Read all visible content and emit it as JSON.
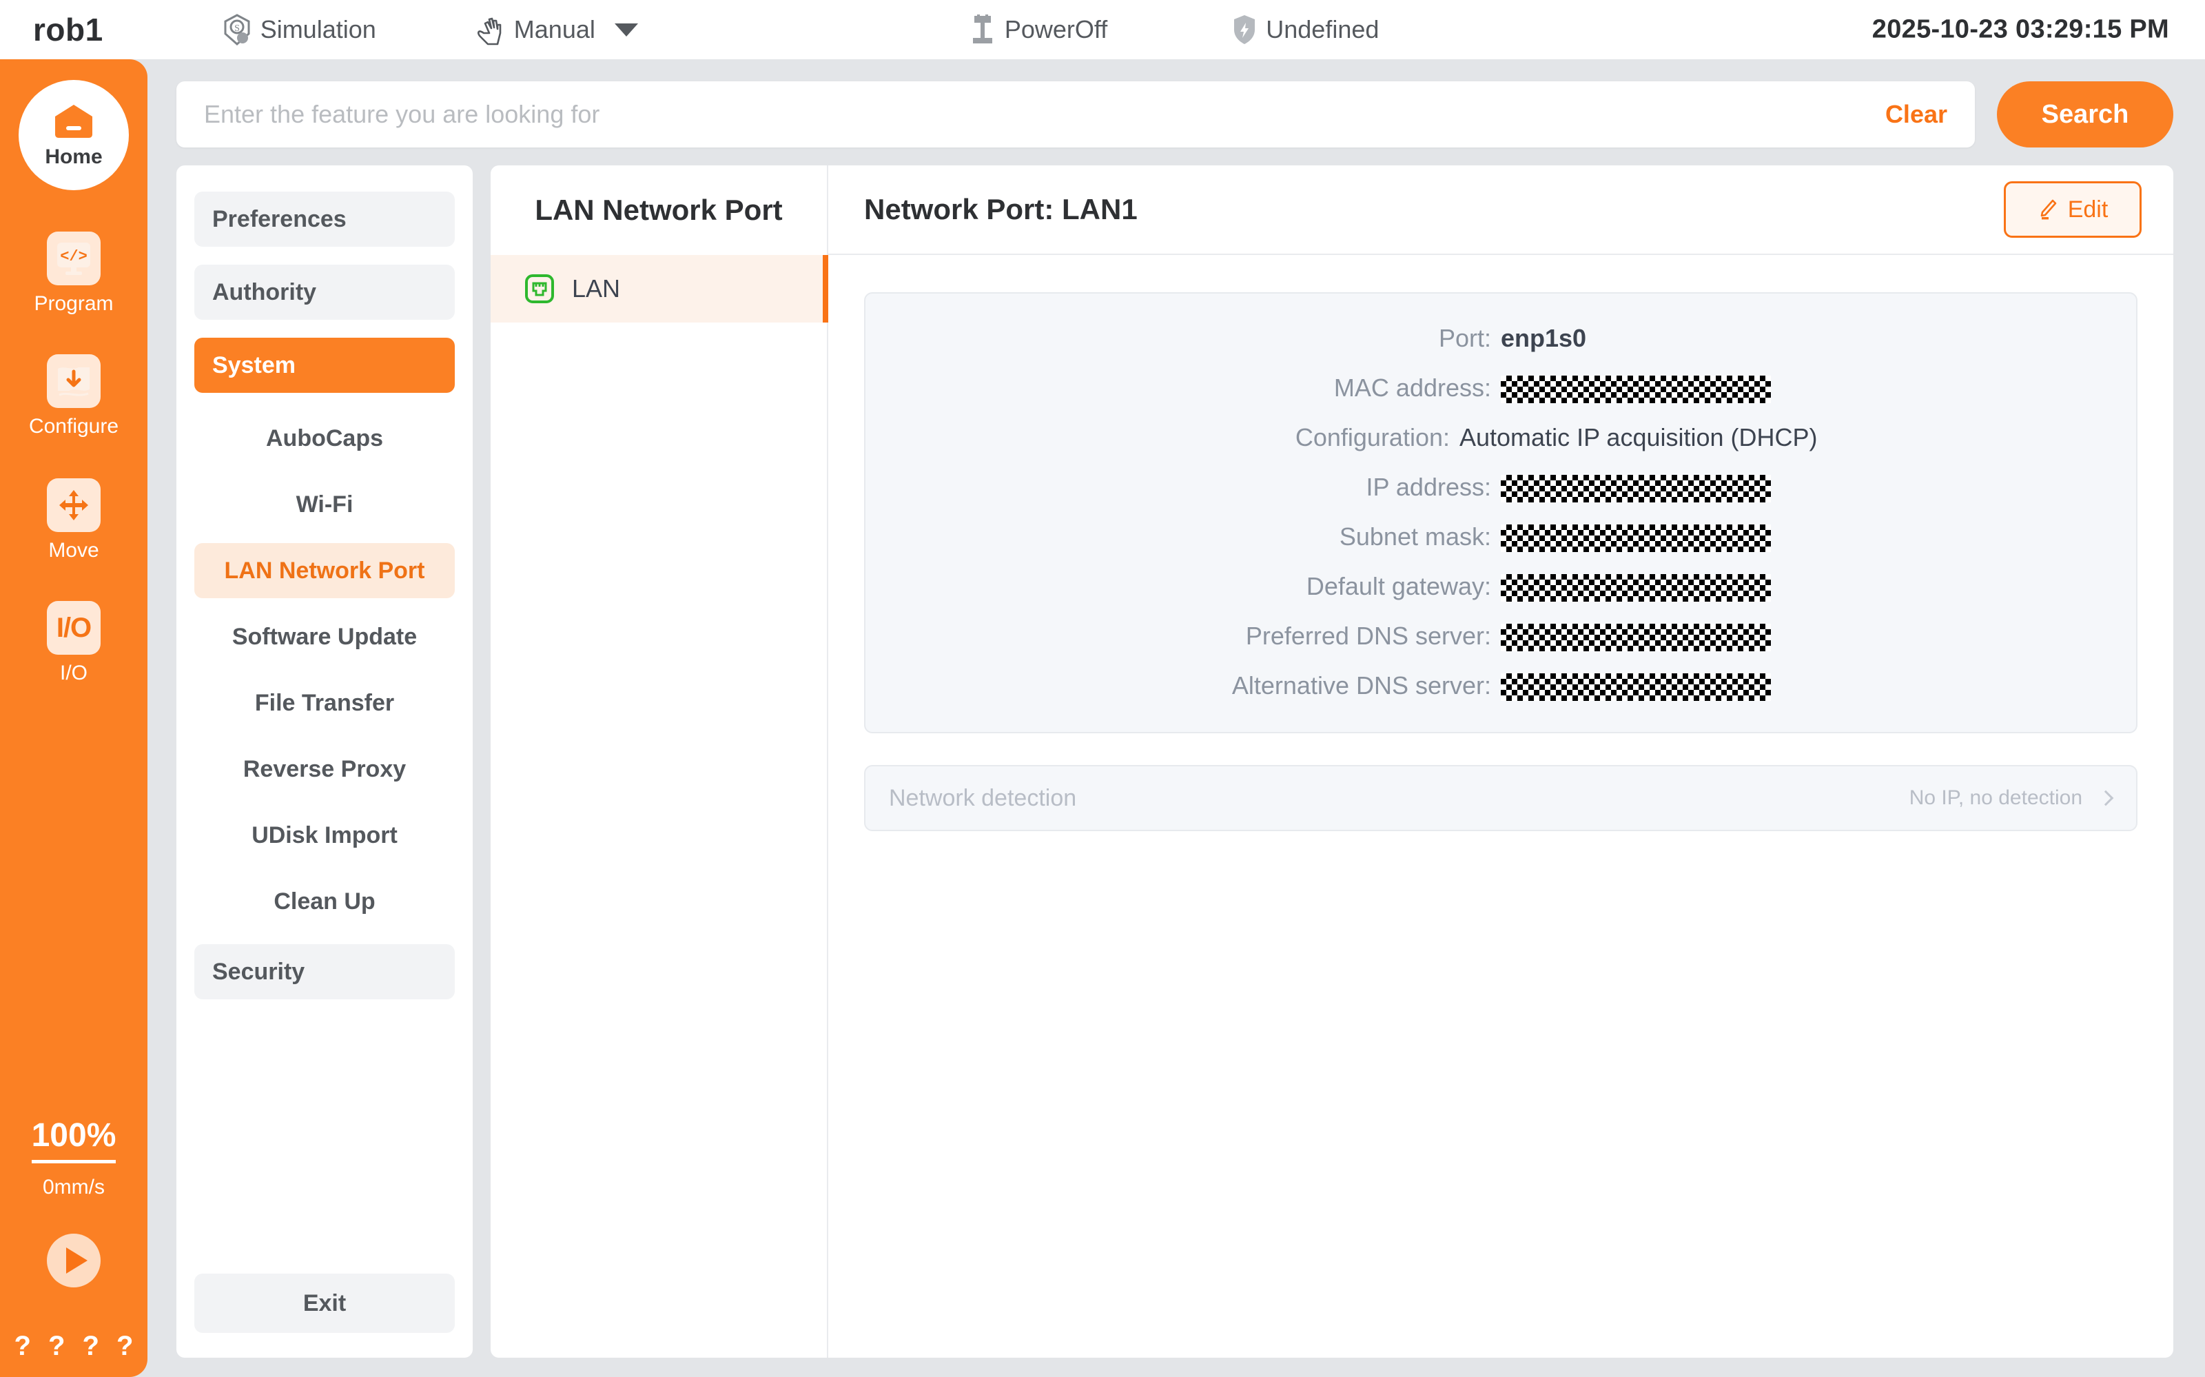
{
  "topbar": {
    "robot_name": "rob1",
    "simulation_label": "Simulation",
    "mode_label": "Manual",
    "power_label": "PowerOff",
    "undefined_label": "Undefined",
    "datetime": "2025-10-23 03:29:15 PM"
  },
  "rail": {
    "items": [
      {
        "label": "Home",
        "icon": "home-icon"
      },
      {
        "label": "Program",
        "icon": "code-monitor-icon"
      },
      {
        "label": "Configure",
        "icon": "download-page-icon"
      },
      {
        "label": "Move",
        "icon": "move-arrows-icon"
      },
      {
        "label": "I/O",
        "icon": "io-icon"
      }
    ],
    "io_tile_text": "I/O",
    "speed_percent": "100%",
    "speed_value": "0mm/s",
    "help_marks": [
      "?",
      "?",
      "?",
      "?"
    ]
  },
  "search": {
    "placeholder": "Enter the feature you are looking for",
    "value": "",
    "clear_label": "Clear",
    "search_label": "Search"
  },
  "nav": {
    "groups": [
      {
        "label": "Preferences",
        "type": "top",
        "active": false
      },
      {
        "label": "Authority",
        "type": "top",
        "active": false
      },
      {
        "label": "System",
        "type": "top",
        "active": true
      }
    ],
    "sub_items": [
      {
        "label": "AuboCaps",
        "active": false
      },
      {
        "label": "Wi-Fi",
        "active": false
      },
      {
        "label": "LAN Network Port",
        "active": true
      },
      {
        "label": "Software Update",
        "active": false
      },
      {
        "label": "File Transfer",
        "active": false
      },
      {
        "label": "Reverse Proxy",
        "active": false
      },
      {
        "label": "UDisk Import",
        "active": false
      },
      {
        "label": "Clean Up",
        "active": false
      }
    ],
    "security_label": "Security",
    "exit_label": "Exit"
  },
  "list": {
    "title": "LAN Network Port",
    "items": [
      {
        "label": "LAN",
        "icon": "ethernet-port-icon",
        "active": true
      }
    ]
  },
  "detail": {
    "title": "Network Port: LAN1",
    "edit_label": "Edit",
    "fields": [
      {
        "label": "Port:",
        "value": "enp1s0",
        "redacted": false
      },
      {
        "label": "MAC address:",
        "value": "",
        "redacted": true
      },
      {
        "label": "Configuration:",
        "value": "Automatic IP acquisition (DHCP)",
        "redacted": false
      },
      {
        "label": "IP address:",
        "value": "",
        "redacted": true
      },
      {
        "label": "Subnet mask:",
        "value": "",
        "redacted": true
      },
      {
        "label": "Default gateway:",
        "value": "",
        "redacted": true
      },
      {
        "label": "Preferred DNS server:",
        "value": "",
        "redacted": true
      },
      {
        "label": "Alternative DNS server:",
        "value": "",
        "redacted": true
      }
    ],
    "detection": {
      "label": "Network detection",
      "value": "No IP, no detection"
    }
  },
  "colors": {
    "accent": "#fb8024",
    "accent_text": "#f97316",
    "accent_soft": "#fdeadb",
    "panel": "#ffffff",
    "page_bg": "#e3e5e8",
    "card_bg": "#f5f7fa",
    "lan_green": "#2eb82e"
  }
}
